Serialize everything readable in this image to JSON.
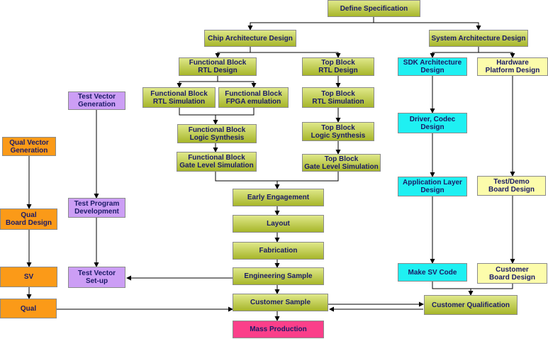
{
  "colors": {
    "olive": "#b8c43c",
    "orange": "#fb9a18",
    "purple": "#cc9ef5",
    "cyan": "#1ff0f2",
    "yellow": "#fcfcab",
    "pink": "#fb3f8a",
    "text": "#1a1a66"
  },
  "nodes": {
    "define_spec": "Define Specification",
    "chip_arch": "Chip Architecture Design",
    "system_arch": "System Architecture Design",
    "fb_rtl_design": "Functional Block\nRTL Design",
    "top_rtl_design": "Top  Block\nRTL Design",
    "sdk_arch": "SDK Architecture\nDesign",
    "hw_platform": "Hardware\nPlatform Design",
    "test_vector_gen": "Test Vector\nGeneration",
    "fb_rtl_sim": "Functional Block\nRTL Simulation",
    "fb_fpga": "Functional Block\nFPGA emulation",
    "top_rtl_sim": "Top  Block\nRTL Simulation",
    "driver_codec": "Driver, Codec\nDesign",
    "fb_logic_synth": "Functional Block\nLogic Synthesis",
    "top_logic_synth": "Top  Block\nLogic Synthesis",
    "qual_vector_gen": "Qual Vector\nGeneration",
    "fb_gate_sim": "Functional Block\nGate Level Simulation",
    "top_gate_sim": "Top  Block\nGate Level Simulation",
    "early_engagement": "Early Engagement",
    "app_layer": "Application Layer\nDesign",
    "test_demo_board": "Test/Demo\nBoard Design",
    "test_program_dev": "Test Program\nDevelopment",
    "qual_board": "Qual\nBoard Design",
    "layout": "Layout",
    "fabrication": "Fabrication",
    "sv": "SV",
    "test_vector_setup": "Test Vector\nSet-up",
    "engineering_sample": "Engineering Sample",
    "make_sv_code": "Make SV Code",
    "customer_board": "Customer\nBoard Design",
    "qual": "Qual",
    "customer_sample": "Customer  Sample",
    "customer_qualification": "Customer Qualification",
    "mass_production": "Mass Production"
  }
}
